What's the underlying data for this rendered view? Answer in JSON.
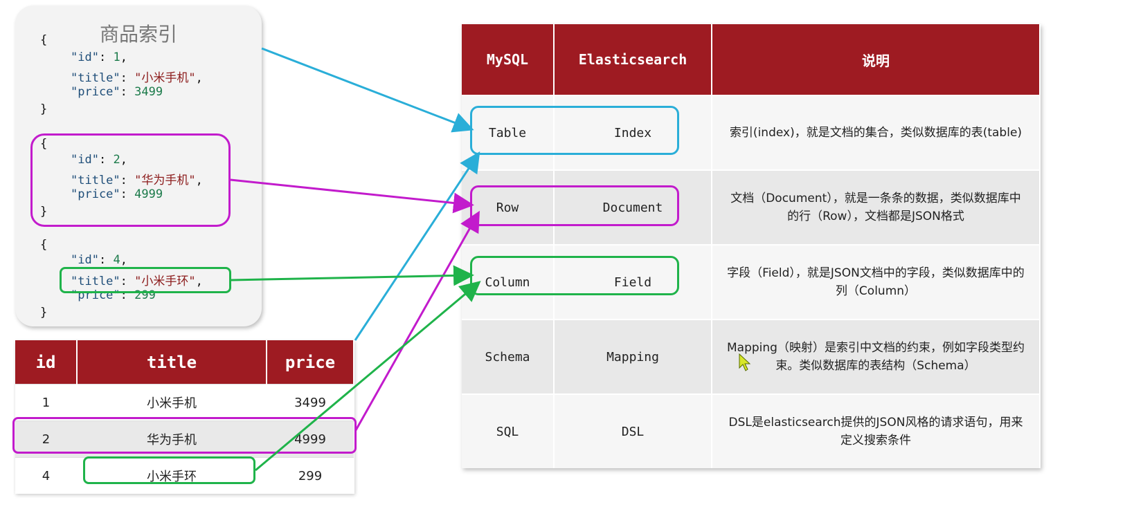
{
  "index_card": {
    "title": "商品索引",
    "docs": [
      {
        "id": "1",
        "title": "\"小米手机\"",
        "price": "3499"
      },
      {
        "id": "2",
        "title": "\"华为手机\"",
        "price": "4999"
      },
      {
        "id": "4",
        "title": "\"小米手环\"",
        "price": "299"
      }
    ],
    "keys": {
      "id": "\"id\"",
      "title": "\"title\"",
      "price": "\"price\""
    }
  },
  "mysql_table": {
    "headers": [
      "id",
      "title",
      "price"
    ],
    "rows": [
      [
        "1",
        "小米手机",
        "3499"
      ],
      [
        "2",
        "华为手机",
        "4999"
      ],
      [
        "4",
        "小米手环",
        "299"
      ]
    ]
  },
  "comparison_table": {
    "headers": [
      "MySQL",
      "Elasticsearch",
      "说明"
    ],
    "rows": [
      [
        "Table",
        "Index",
        "索引(index)，就是文档的集合，类似数据库的表(table)"
      ],
      [
        "Row",
        "Document",
        "文档（Document），就是一条条的数据，类似数据库中的行（Row），文档都是JSON格式"
      ],
      [
        "Column",
        "Field",
        "字段（Field），就是JSON文档中的字段，类似数据库中的列（Column）"
      ],
      [
        "Schema",
        "Mapping",
        "Mapping（映射）是索引中文档的约束，例如字段类型约束。类似数据库的表结构（Schema）"
      ],
      [
        "SQL",
        "DSL",
        "DSL是elasticsearch提供的JSON风格的请求语句，用来定义搜索条件"
      ]
    ]
  },
  "colors": {
    "header": "#9e1b22",
    "index": "#2aaed8",
    "document": "#c21bcc",
    "field": "#1fb34a"
  }
}
